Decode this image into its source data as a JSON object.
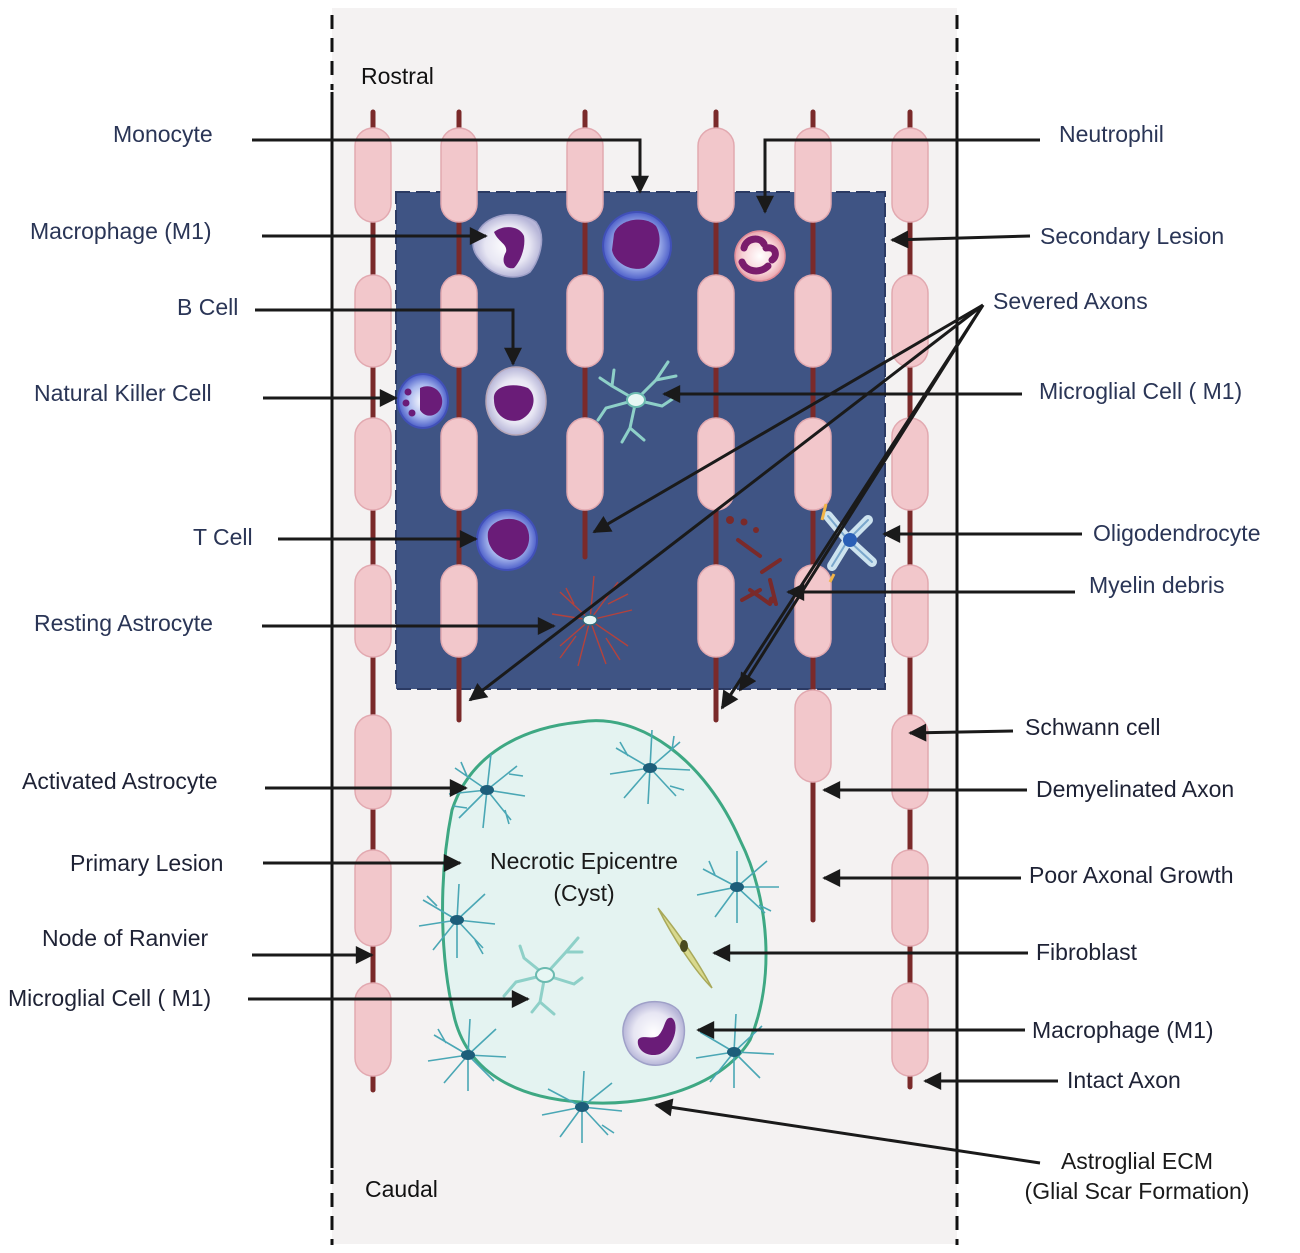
{
  "regions": {
    "rostral": "Rostral",
    "caudal": "Caudal",
    "cyst_line1": "Necrotic Epicentre",
    "cyst_line2": "(Cyst)"
  },
  "labels_left": {
    "monocyte": "Monocyte",
    "macrophage_m1": "Macrophage (M1)",
    "b_cell": "B Cell",
    "natural_killer_cell": "Natural Killer Cell",
    "t_cell": "T Cell",
    "resting_astrocyte": "Resting Astrocyte",
    "activated_astrocyte": "Activated Astrocyte",
    "primary_lesion": "Primary Lesion",
    "node_of_ranvier": "Node of Ranvier",
    "microglial_cell_m1": "Microglial Cell ( M1)"
  },
  "labels_right": {
    "neutrophil": "Neutrophil",
    "secondary_lesion": "Secondary Lesion",
    "severed_axons": "Severed Axons",
    "microglial_cell_m1": "Microglial Cell ( M1)",
    "oligodendrocyte": "Oligodendrocyte",
    "myelin_debris": "Myelin debris",
    "schwann_cell": "Schwann cell",
    "demyelinated_axon": "Demyelinated Axon",
    "poor_axonal_growth": "Poor Axonal Growth",
    "fibroblast": "Fibroblast",
    "macrophage_m1": "Macrophage (M1)",
    "intact_axon": "Intact Axon",
    "astroglial_ecm_line1": "Astroglial ECM",
    "astroglial_ecm_line2": "(Glial Scar Formation)"
  },
  "colors": {
    "panel_background": "#f4f2f2",
    "secondary_lesion": "#3f5484",
    "axon": "#7a2a2a",
    "myelin": "#f2c7cb",
    "cyst_fill": "#e4f3f1",
    "cyst_border": "#3ea883",
    "astrocyte": "#4aa7b5",
    "cell_nucleus": "#6a1c78",
    "arrow": "#1a1a1a"
  }
}
